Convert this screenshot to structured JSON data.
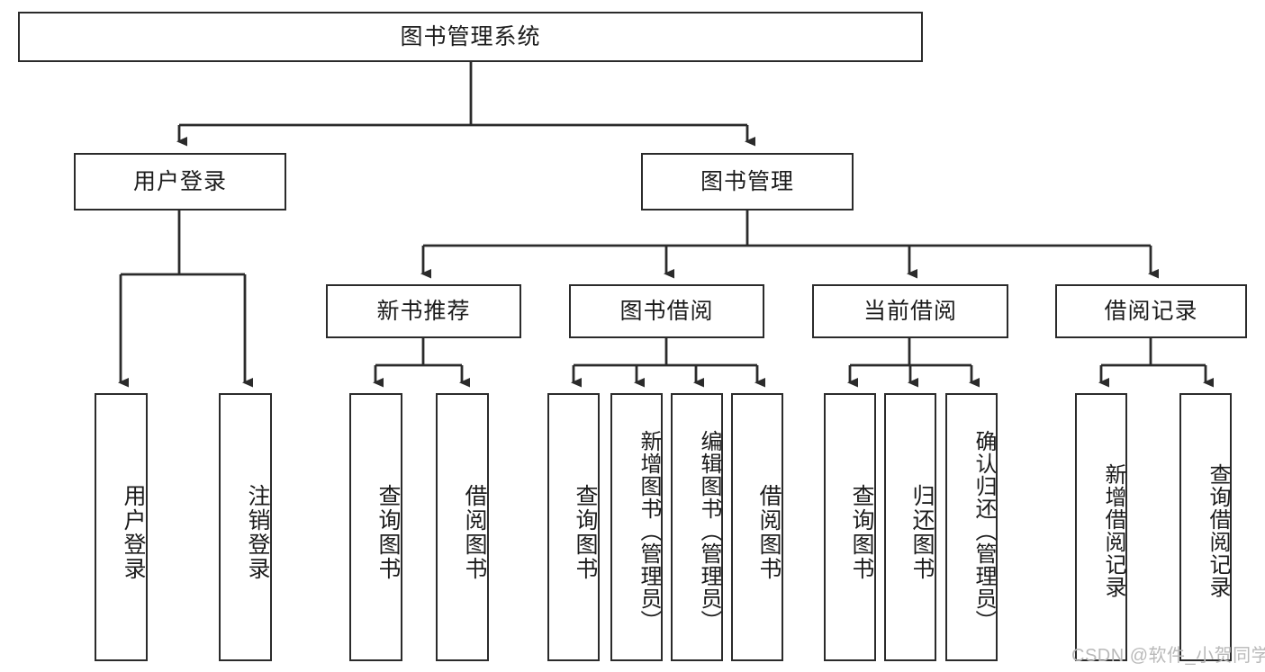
{
  "diagram": {
    "title": "图书管理系统",
    "type": "hierarchy-tree",
    "root": {
      "label": "图书管理系统"
    },
    "level2": [
      {
        "id": "user-login",
        "label": "用户登录"
      },
      {
        "id": "book-management",
        "label": "图书管理"
      }
    ],
    "level3": [
      {
        "id": "new-book-recommend",
        "label": "新书推荐",
        "parent": "book-management"
      },
      {
        "id": "book-borrow",
        "label": "图书借阅",
        "parent": "book-management"
      },
      {
        "id": "current-borrow",
        "label": "当前借阅",
        "parent": "book-management"
      },
      {
        "id": "borrow-record",
        "label": "借阅记录",
        "parent": "book-management"
      }
    ],
    "leaves": {
      "user_login": [
        {
          "id": "leaf-user-login",
          "label": "用户登录"
        },
        {
          "id": "leaf-logout",
          "label": "注销登录"
        }
      ],
      "new_book_recommend": [
        {
          "id": "leaf-query-book-1",
          "label": "查询图书"
        },
        {
          "id": "leaf-borrow-book-1",
          "label": "借阅图书"
        }
      ],
      "book_borrow": [
        {
          "id": "leaf-query-book-2",
          "label": "查询图书"
        },
        {
          "id": "leaf-add-book",
          "label": "新增图书（管理员）"
        },
        {
          "id": "leaf-edit-book",
          "label": "编辑图书（管理员）"
        },
        {
          "id": "leaf-borrow-book-2",
          "label": "借阅图书"
        }
      ],
      "current_borrow": [
        {
          "id": "leaf-query-book-3",
          "label": "查询图书"
        },
        {
          "id": "leaf-return-book",
          "label": "归还图书"
        },
        {
          "id": "leaf-confirm-return",
          "label": "确认归还（管理员）"
        }
      ],
      "borrow_record": [
        {
          "id": "leaf-add-record",
          "label": "新增借阅记录"
        },
        {
          "id": "leaf-query-record",
          "label": "查询借阅记录"
        }
      ]
    },
    "watermark": "CSDN @软件_小贺同学",
    "colors": {
      "stroke": "#2b2b2b",
      "fill": "#ffffff",
      "text": "#1c1c1c",
      "watermark": "#b9b9b9"
    }
  }
}
